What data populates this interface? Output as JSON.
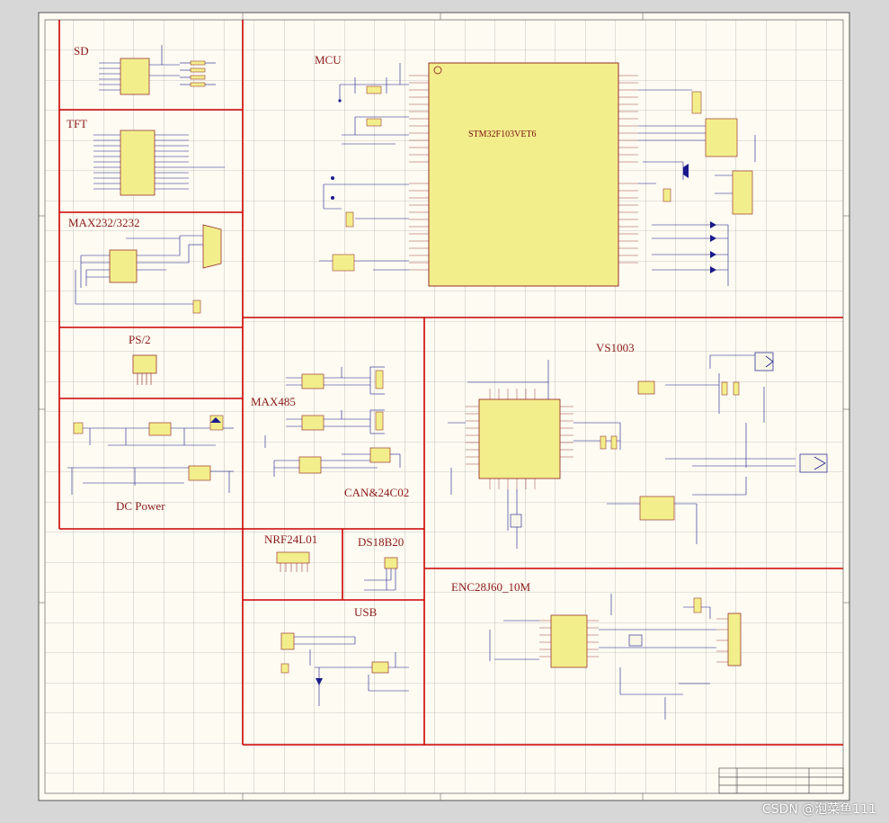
{
  "sheet": {
    "background": "#fdfbf2",
    "grid_color": "#9a9a9a",
    "section_border_color": "#cc0000",
    "wire_color": "#1a1a8c",
    "component_fill": "#f3ee8c",
    "pin_color": "#8b1a1a"
  },
  "sections": {
    "sd": "SD",
    "tft": "TFT",
    "max232": "MAX232/3232",
    "ps2": "PS/2",
    "dc_power": "DC Power",
    "mcu": "MCU",
    "max485": "MAX485",
    "can": "CAN&24C02",
    "nrf": "NRF24L01",
    "ds18b20": "DS18B20",
    "usb": "USB",
    "vs1003": "VS1003",
    "enc": "ENC28J60_10M"
  },
  "mcu_chip": {
    "part": "STM32F103VET6"
  },
  "watermark": "CSDN @泡菜鱼111"
}
